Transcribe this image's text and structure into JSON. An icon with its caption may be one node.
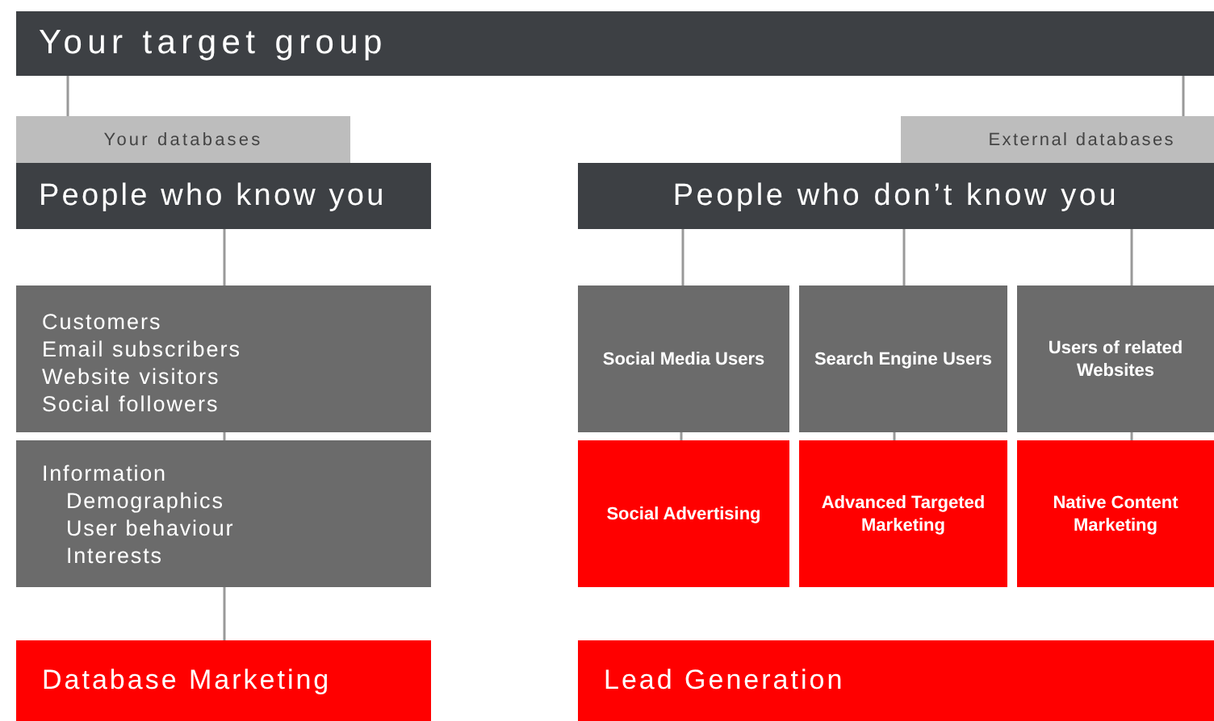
{
  "diagram": {
    "nodes": [
      {
        "text": [
          "Your target group"
        ]
      },
      {
        "text": [
          "Your databases"
        ]
      },
      {
        "text": [
          "People who know you"
        ]
      },
      {
        "text": [
          "External databases"
        ]
      },
      {
        "text": [
          "People who don’t know you"
        ]
      },
      {
        "text": [
          "Customers",
          "Email subscribers",
          "Website visitors",
          "Social followers"
        ]
      },
      {
        "text": [
          "Information",
          "Demographics",
          "User behaviour",
          "Interests"
        ]
      },
      {
        "text": [
          "Database Marketing"
        ]
      },
      {
        "text": [
          "Social Media Users"
        ]
      },
      {
        "text": [
          "Search Engine Users"
        ]
      },
      {
        "text": [
          "Users of related Websites"
        ]
      },
      {
        "text": [
          "Social Advertising"
        ]
      },
      {
        "text": [
          "Advanced Targeted Marketing"
        ]
      },
      {
        "text": [
          "Native Content Marketing"
        ]
      },
      {
        "text": [
          "Lead Generation"
        ]
      }
    ],
    "edges": [
      {
        "from": 0,
        "to": 1,
        "arrow": "none"
      },
      {
        "from": 0,
        "to": 3,
        "arrow": "none"
      },
      {
        "from": 2,
        "to": 5,
        "arrow": "none"
      },
      {
        "from": 5,
        "to": 6,
        "arrow": "none"
      },
      {
        "from": 6,
        "to": 7,
        "arrow": "none"
      },
      {
        "from": 4,
        "to": 8,
        "arrow": "none"
      },
      {
        "from": 4,
        "to": 9,
        "arrow": "none"
      },
      {
        "from": 4,
        "to": 10,
        "arrow": "none"
      },
      {
        "from": 8,
        "to": 11,
        "arrow": "none"
      },
      {
        "from": 9,
        "to": 12,
        "arrow": "none"
      },
      {
        "from": 10,
        "to": 13,
        "arrow": "none"
      }
    ]
  }
}
